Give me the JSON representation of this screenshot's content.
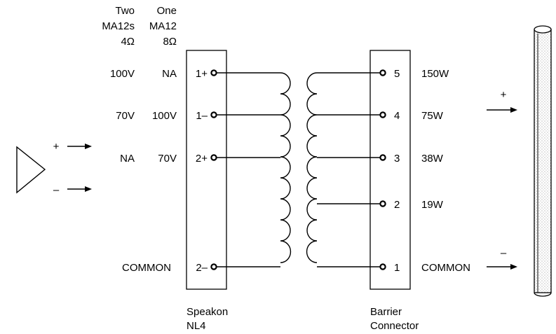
{
  "headers": {
    "two_line1": "Two",
    "two_line2": "MA12s",
    "two_line3": "4Ω",
    "one_line1": "One",
    "one_line2": "MA12",
    "one_line3": "8Ω"
  },
  "rows": [
    {
      "two": "100V",
      "one": "NA",
      "pin": "1+",
      "term": "5",
      "watts": "150W"
    },
    {
      "two": "70V",
      "one": "100V",
      "pin": "1–",
      "term": "4",
      "watts": "75W"
    },
    {
      "two": "NA",
      "one": "70V",
      "pin": "2+",
      "term": "3",
      "watts": "38W"
    },
    {
      "two": "",
      "one": "",
      "pin": "",
      "term": "2",
      "watts": "19W"
    },
    {
      "two": "COMMON",
      "one": "",
      "pin": "2–",
      "term": "1",
      "watts": "COMMON"
    }
  ],
  "amp": {
    "plus": "+",
    "minus": "–"
  },
  "speaker": {
    "plus": "+",
    "minus": "–"
  },
  "captions": {
    "left_line1": "Speakon",
    "left_line2": "NL4",
    "right_line1": "Barrier",
    "right_line2": "Connector"
  }
}
